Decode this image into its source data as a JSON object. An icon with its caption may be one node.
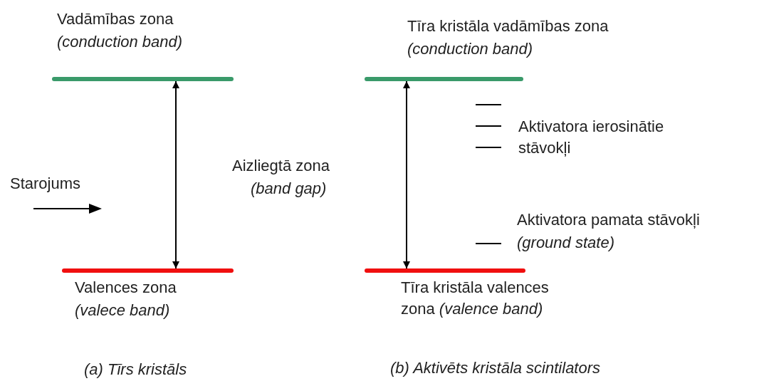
{
  "diagram": {
    "nodes": [
      {
        "text": [
          "Vadāmības zona",
          "(conduction band)"
        ]
      },
      {
        "text": [
          "Valences zona",
          "(valece band)"
        ]
      },
      {
        "text": [
          "Tīra kristāla vadāmības zona",
          "(conduction band)"
        ]
      },
      {
        "text": [
          "Tīra kristāla valences zona *(valence band)*"
        ]
      }
    ],
    "edges": [
      {
        "from": 0,
        "to": 1,
        "arrow": "both"
      },
      {
        "from": 2,
        "to": 3,
        "arrow": "both"
      }
    ],
    "labels": [
      "Starojums",
      "Aizliegtā zona",
      "(band gap)",
      "Aktivatora ierosinātie stāvokļi",
      "Aktivatora pamata stāvokļi",
      "(ground state)",
      "(a) Tīrs kristāls",
      "(b) Aktivēts kristāla scintilators"
    ]
  }
}
